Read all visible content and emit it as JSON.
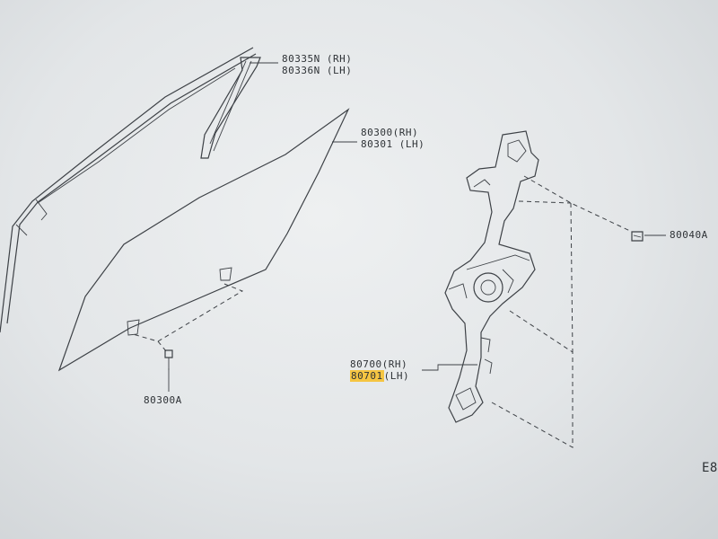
{
  "parts": {
    "moulding": {
      "code_rh": "80335N (RH)",
      "code_lh": "80336N (LH)"
    },
    "glass": {
      "code_rh": "80300(RH)",
      "code_lh": "80301 (LH)"
    },
    "glass_bolt": {
      "code": "80300A"
    },
    "regulator": {
      "code_rh": "80700(RH)",
      "code_lh": "80701",
      "code_lh_suffix": "(LH)"
    },
    "regulator_bolt": {
      "code": "80040A"
    }
  },
  "corner_code": "E8",
  "highlight_color": "#f5c542"
}
